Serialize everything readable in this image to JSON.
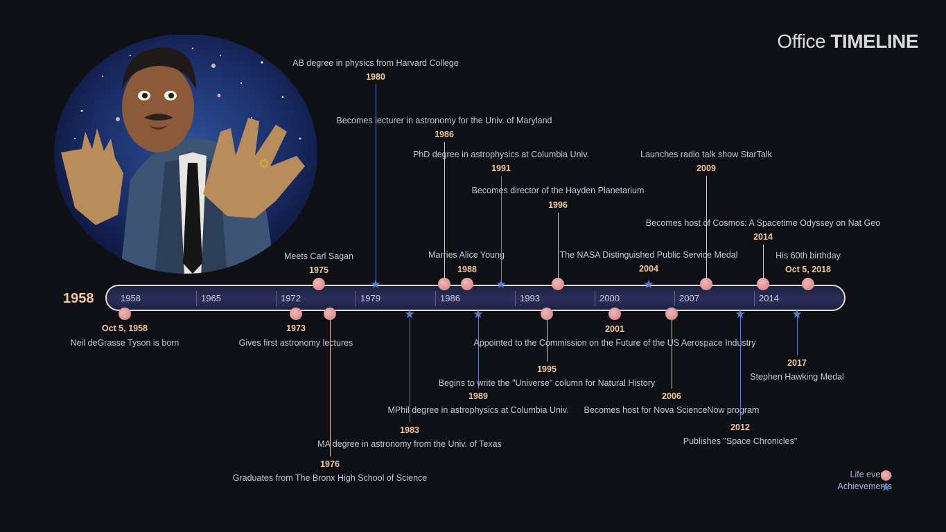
{
  "brand": {
    "part1": "Office",
    "part2": "TIMELINE"
  },
  "start_year_badge": "1958",
  "axis": {
    "ticks": [
      "1958",
      "1965",
      "1972",
      "1979",
      "1986",
      "1993",
      "2000",
      "2007",
      "2014"
    ]
  },
  "legend": {
    "life": "Life events",
    "achievements": "Achievements"
  },
  "colors": {
    "life_event": "#d98f8f",
    "achievement": "#5a7fd0",
    "year_text": "#f3c89a",
    "bar_fill": "#23264a"
  },
  "events": [
    {
      "kind": "life",
      "date": "Oct 5, 1958",
      "label": "Neil deGrasse Tyson is born"
    },
    {
      "kind": "life",
      "date": "1973",
      "label": "Gives first astronomy lectures"
    },
    {
      "kind": "life",
      "date": "1975",
      "label": "Meets Carl Sagan"
    },
    {
      "kind": "life",
      "date": "1976",
      "label": "Graduates from The Bronx High School of Science"
    },
    {
      "kind": "achievement",
      "date": "1980",
      "label": "AB degree in physics from Harvard College"
    },
    {
      "kind": "achievement",
      "date": "1983",
      "label": "MA degree in astronomy from the Univ. of Texas"
    },
    {
      "kind": "life",
      "date": "1986",
      "label": "Becomes lecturer in astronomy for the Univ. of Maryland"
    },
    {
      "kind": "life",
      "date": "1988",
      "label": "Marries Alice Young"
    },
    {
      "kind": "achievement",
      "date": "1989",
      "label": "MPhil degree in astrophysics at Columbia Univ."
    },
    {
      "kind": "achievement",
      "date": "1991",
      "label": "PhD degree in astrophysics at Columbia Univ."
    },
    {
      "kind": "life",
      "date": "1995",
      "label": "Begins to write the \"Universe\" column for Natural History"
    },
    {
      "kind": "life",
      "date": "1996",
      "label": "Becomes director of the Hayden Planetarium"
    },
    {
      "kind": "life",
      "date": "2001",
      "label": "Appointed to the Commission on the Future of the US Aerospace Industry"
    },
    {
      "kind": "achievement",
      "date": "2004",
      "label": "The NASA Distinguished Public Service Medal"
    },
    {
      "kind": "life",
      "date": "2006",
      "label": "Becomes host for Nova ScienceNow program"
    },
    {
      "kind": "life",
      "date": "2009",
      "label": "Launches radio talk show StarTalk"
    },
    {
      "kind": "achievement",
      "date": "2012",
      "label": "Publishes \"Space Chronicles\""
    },
    {
      "kind": "life",
      "date": "2014",
      "label": "Becomes host of Cosmos: A Spacetime Odyssey on Nat Geo"
    },
    {
      "kind": "achievement",
      "date": "2017",
      "label": "Stephen Hawking Medal"
    },
    {
      "kind": "life",
      "date": "Oct 5, 2018",
      "label": "His 60th birthday"
    }
  ]
}
